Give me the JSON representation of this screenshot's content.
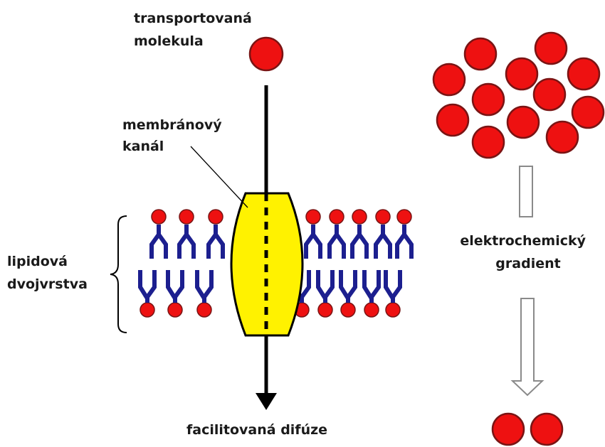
{
  "labels": {
    "molecule": [
      "transportovaná",
      "molekula"
    ],
    "channel": [
      "membránový",
      "kanál"
    ],
    "bilayer": [
      "lipidová",
      "dvojvrstva"
    ],
    "gradient": [
      "elektrochemický",
      "gradient"
    ],
    "diffusion": "facilitovaná difúze"
  },
  "colors": {
    "molecule_fill": "#ee1111",
    "channel_fill": "#fff200",
    "lipid_tail": "#1c1f8f",
    "arrow": "#000000"
  }
}
